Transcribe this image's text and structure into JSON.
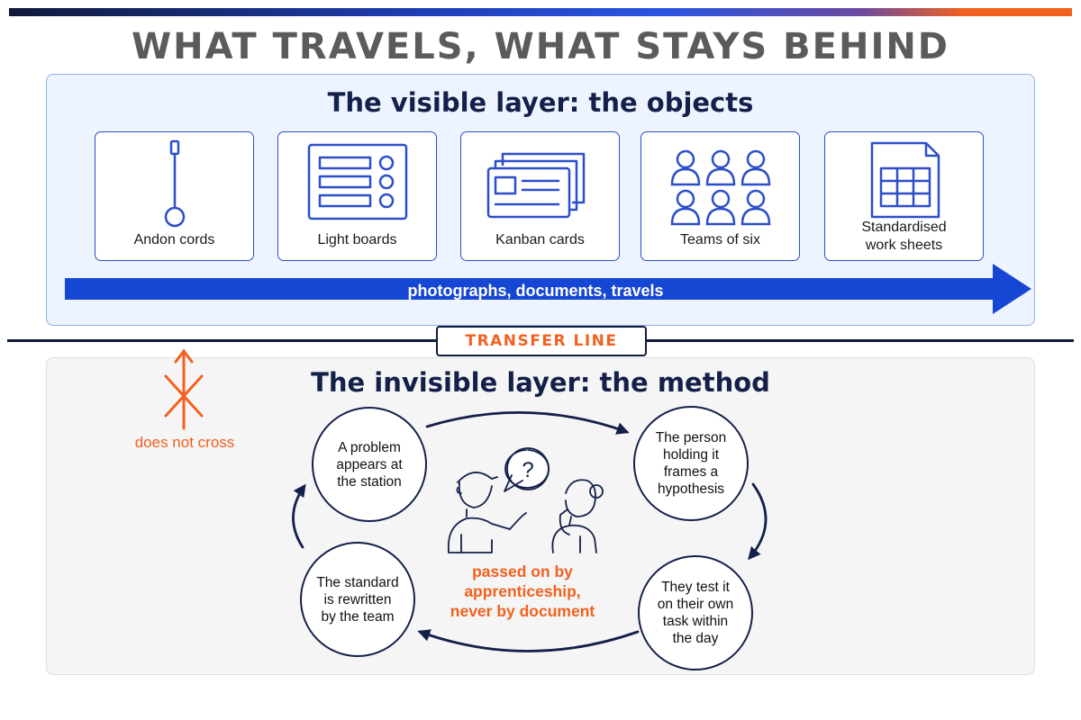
{
  "title": "WHAT TRAVELS, WHAT STAYS BEHIND",
  "visible_layer": {
    "title": "The visible layer: the objects",
    "objects": [
      {
        "label": "Andon cords",
        "icon": "andon-cord-icon"
      },
      {
        "label": "Light boards",
        "icon": "light-board-icon"
      },
      {
        "label": "Kanban cards",
        "icon": "kanban-cards-icon"
      },
      {
        "label": "Teams of six",
        "icon": "team-of-six-icon"
      },
      {
        "label": "Standardised\nwork sheets",
        "icon": "work-sheet-icon"
      }
    ],
    "arrow_label": "photographs, documents, travels"
  },
  "transfer_line": {
    "label": "TRANSFER LINE",
    "blocked_label": "does not cross"
  },
  "invisible_layer": {
    "title": "The invisible layer: the method",
    "cycle": [
      "A problem\nappears at\nthe station",
      "The person\nholding it\nframes a\nhypothesis",
      "They test it\non their own\ntask within\nthe day",
      "The standard\nis rewritten\nby the team"
    ],
    "center_icon": "mentor-apprentice-conversation-icon",
    "caption": "passed on by\napprenticeship,\nnever by document"
  },
  "colors": {
    "navy": "#14204a",
    "blue": "#2b4fc9",
    "arrow_blue": "#1646d4",
    "orange": "#f2611f",
    "panel_visible_bg": "#eef4ff",
    "panel_invisible_bg": "#f5f5f5"
  }
}
